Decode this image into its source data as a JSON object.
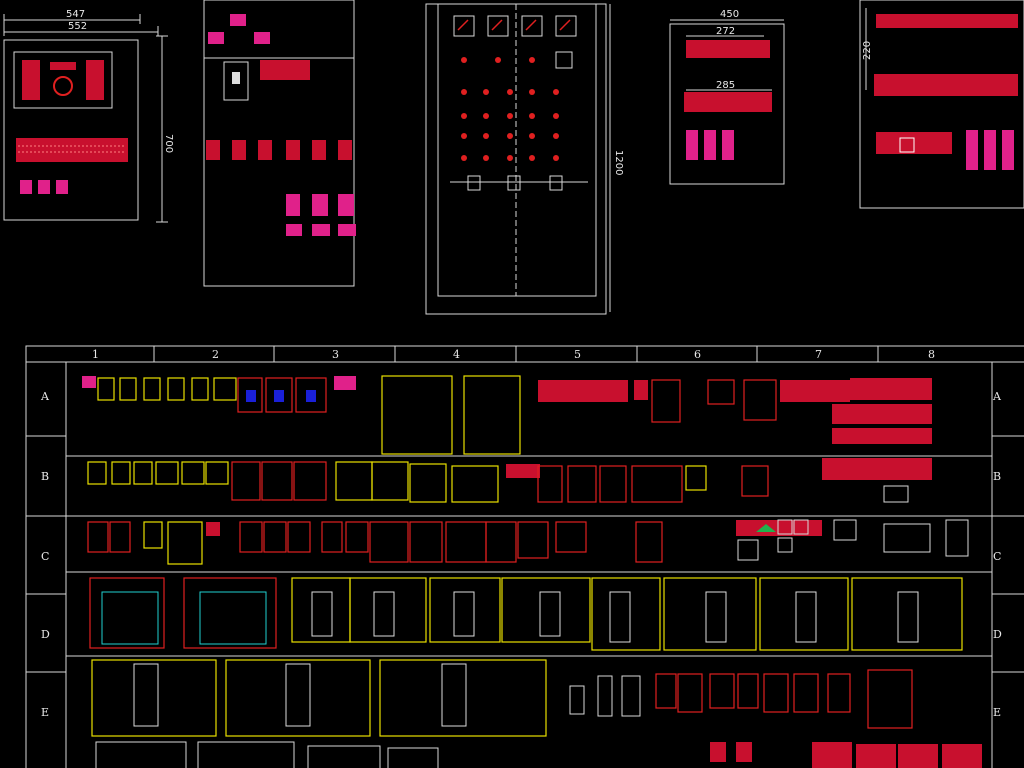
{
  "panel1": {
    "dim_top": "547",
    "dim_second": "552",
    "dim_side": "700"
  },
  "panel4": {
    "dim_side": "1200"
  },
  "panel5": {
    "dim_top": "450",
    "dim_row1": "272",
    "dim_row2": "285"
  },
  "panel6": {
    "dim_side": "220"
  },
  "grid": {
    "columns": [
      "1",
      "2",
      "3",
      "4",
      "5",
      "6",
      "7",
      "8"
    ],
    "rows": [
      "A",
      "B",
      "C",
      "D",
      "E"
    ]
  },
  "colors": {
    "background": "#000000",
    "line": "#d8d8d8",
    "red": "#c8102e",
    "magenta": "#e0218a",
    "yellow": "#e8e000"
  }
}
